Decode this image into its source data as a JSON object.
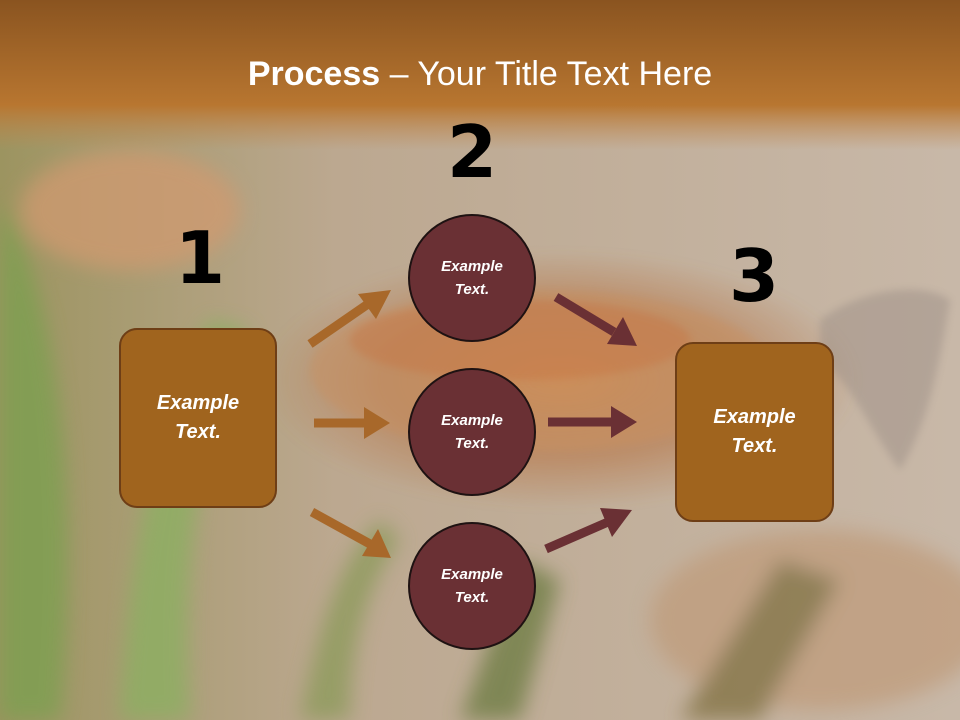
{
  "title": {
    "bold": "Process",
    "rest": " – Your Title Text Here"
  },
  "steps": {
    "one": "1",
    "two": "2",
    "three": "3"
  },
  "left_box": {
    "line1": "Example",
    "line2": "Text."
  },
  "right_box": {
    "line1": "Example",
    "line2": "Text."
  },
  "circles": [
    {
      "line1": "Example",
      "line2": "Text."
    },
    {
      "line1": "Example",
      "line2": "Text."
    },
    {
      "line1": "Example",
      "line2": "Text."
    }
  ],
  "colors": {
    "box_fill": "#a0641e",
    "circle_fill": "#6a3034",
    "arrow_left": "#a8682a",
    "arrow_right": "#6a3034",
    "header_band": "#b06e28"
  }
}
